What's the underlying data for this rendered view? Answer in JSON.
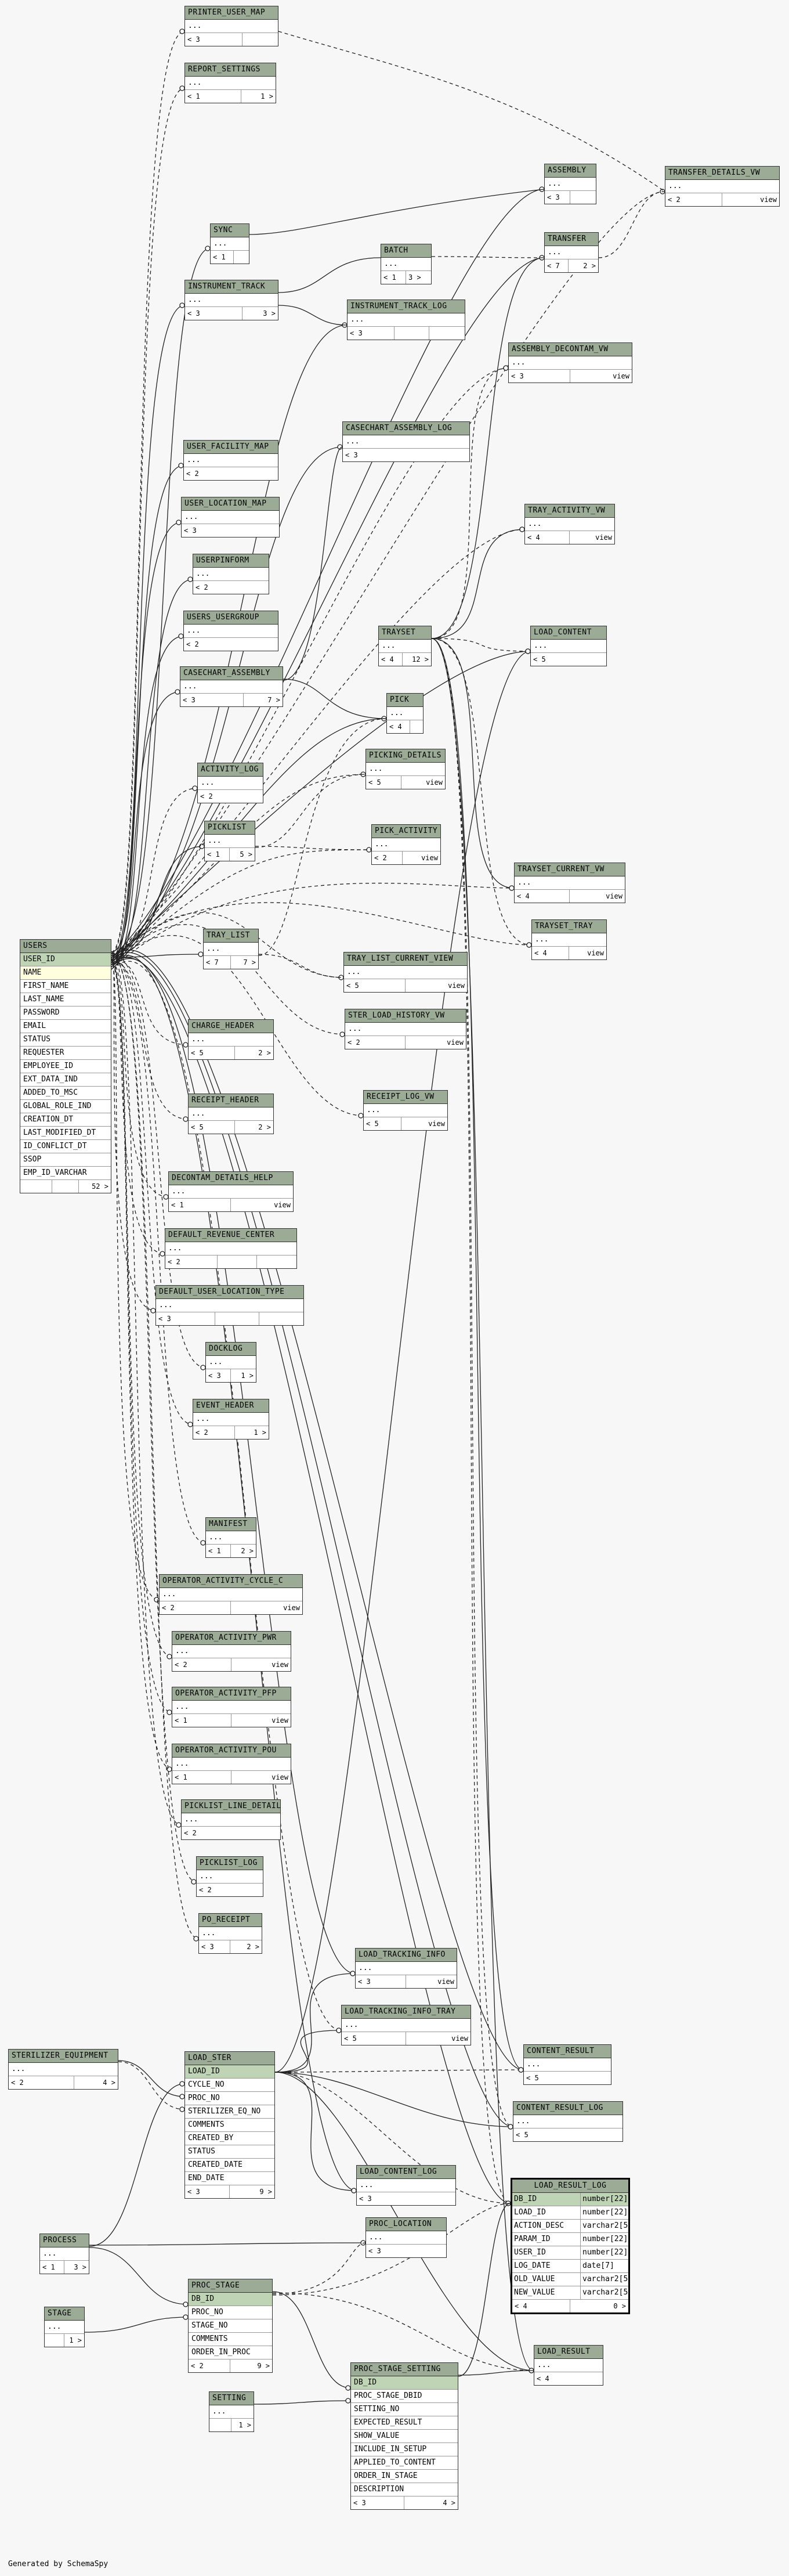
{
  "diagram": {
    "generated_by": "Generated by SchemaSpy",
    "ellipsis": "...",
    "tables": {
      "printer_user_map": {
        "name": "PRINTER_USER_MAP",
        "parents": "< 3",
        "children": ""
      },
      "report_settings": {
        "name": "REPORT_SETTINGS",
        "parents": "< 1",
        "children": "1 >"
      },
      "sync": {
        "name": "SYNC",
        "parents": "< 1",
        "children": ""
      },
      "instrument_track": {
        "name": "INSTRUMENT_TRACK",
        "parents": "< 3",
        "children": "3 >"
      },
      "instrument_track_log": {
        "name": "INSTRUMENT_TRACK_LOG",
        "parents": "< 3",
        "children": ""
      },
      "batch": {
        "name": "BATCH",
        "parents": "< 1",
        "children": "3 >"
      },
      "assembly": {
        "name": "ASSEMBLY",
        "parents": "< 3",
        "children": ""
      },
      "transfer_details_vw": {
        "name": "TRANSFER_DETAILS_VW",
        "parents": "< 2",
        "children": "view"
      },
      "transfer": {
        "name": "TRANSFER",
        "parents": "< 7",
        "children": "2 >"
      },
      "assembly_decontam_vw": {
        "name": "ASSEMBLY_DECONTAM_VW",
        "parents": "< 3",
        "children": "view"
      },
      "casechart_assembly_log": {
        "name": "CASECHART_ASSEMBLY_LOG",
        "parents": "< 3",
        "children": ""
      },
      "user_facility_map": {
        "name": "USER_FACILITY_MAP",
        "parents": "< 2",
        "children": ""
      },
      "user_location_map": {
        "name": "USER_LOCATION_MAP",
        "parents": "< 3",
        "children": ""
      },
      "userpinform": {
        "name": "USERPINFORM",
        "parents": "< 2",
        "children": ""
      },
      "users_usergroup": {
        "name": "USERS_USERGROUP",
        "parents": "< 2",
        "children": ""
      },
      "tray_activity_vw": {
        "name": "TRAY_ACTIVITY_VW",
        "parents": "< 4",
        "children": "view"
      },
      "trayset": {
        "name": "TRAYSET",
        "parents": "< 4",
        "children": "12 >"
      },
      "load_content": {
        "name": "LOAD_CONTENT",
        "parents": "< 5",
        "children": ""
      },
      "casechart_assembly": {
        "name": "CASECHART_ASSEMBLY",
        "parents": "< 3",
        "children": "7 >"
      },
      "pick": {
        "name": "PICK",
        "parents": "< 4",
        "children": ""
      },
      "picking_details": {
        "name": "PICKING_DETAILS",
        "parents": "< 5",
        "children": "view"
      },
      "activity_log": {
        "name": "ACTIVITY_LOG",
        "parents": "< 2",
        "children": ""
      },
      "picklist": {
        "name": "PICKLIST",
        "parents": "< 1",
        "children": "5 >"
      },
      "pick_activity": {
        "name": "PICK_ACTIVITY",
        "parents": "< 2",
        "children": "view"
      },
      "trayset_current_vw": {
        "name": "TRAYSET_CURRENT_VW",
        "parents": "< 4",
        "children": "view"
      },
      "trayset_tray": {
        "name": "TRAYSET_TRAY",
        "parents": "< 4",
        "children": "view"
      },
      "tray_list": {
        "name": "TRAY_LIST",
        "parents": "< 7",
        "children": "7 >"
      },
      "tray_list_current_view": {
        "name": "TRAY_LIST_CURRENT_VIEW",
        "parents": "< 5",
        "children": "view"
      },
      "ster_load_history_vw": {
        "name": "STER_LOAD_HISTORY_VW",
        "parents": "< 2",
        "children": "view"
      },
      "charge_header": {
        "name": "CHARGE_HEADER",
        "parents": "< 5",
        "children": "2 >"
      },
      "receipt_log_vw": {
        "name": "RECEIPT_LOG_VW",
        "parents": "< 5",
        "children": "view"
      },
      "receipt_header": {
        "name": "RECEIPT_HEADER",
        "parents": "< 5",
        "children": "2 >"
      },
      "decontam_details_help": {
        "name": "DECONTAM_DETAILS_HELP",
        "parents": "< 1",
        "children": "view"
      },
      "default_revenue_center": {
        "name": "DEFAULT_REVENUE_CENTER",
        "parents": "< 2",
        "children": ""
      },
      "default_user_location_type": {
        "name": "DEFAULT_USER_LOCATION_TYPE",
        "parents": "< 3",
        "children": ""
      },
      "docklog": {
        "name": "DOCKLOG",
        "parents": "< 3",
        "children": "1 >"
      },
      "event_header": {
        "name": "EVENT_HEADER",
        "parents": "< 2",
        "children": "1 >"
      },
      "manifest": {
        "name": "MANIFEST",
        "parents": "< 1",
        "children": "2 >"
      },
      "operator_activity_cycle_c": {
        "name": "OPERATOR_ACTIVITY_CYCLE_C",
        "parents": "< 2",
        "children": "view"
      },
      "operator_activity_pwr": {
        "name": "OPERATOR_ACTIVITY_PWR",
        "parents": "< 2",
        "children": "view"
      },
      "operator_activity_pfp": {
        "name": "OPERATOR_ACTIVITY_PFP",
        "parents": "< 1",
        "children": "view"
      },
      "operator_activity_pou": {
        "name": "OPERATOR_ACTIVITY_POU",
        "parents": "< 1",
        "children": "view"
      },
      "picklist_line_detail": {
        "name": "PICKLIST_LINE_DETAIL",
        "parents": "< 2",
        "children": ""
      },
      "picklist_log": {
        "name": "PICKLIST_LOG",
        "parents": "< 2",
        "children": ""
      },
      "po_receipt": {
        "name": "PO_RECEIPT",
        "parents": "< 3",
        "children": "2 >"
      },
      "load_tracking_info": {
        "name": "LOAD_TRACKING_INFO",
        "parents": "< 3",
        "children": "view"
      },
      "load_tracking_info_tray": {
        "name": "LOAD_TRACKING_INFO_TRAY",
        "parents": "< 5",
        "children": "view"
      },
      "sterilizer_equipment": {
        "name": "STERILIZER_EQUIPMENT",
        "parents": "< 2",
        "children": "4 >"
      },
      "content_result": {
        "name": "CONTENT_RESULT",
        "parents": "< 5",
        "children": ""
      },
      "content_result_log": {
        "name": "CONTENT_RESULT_LOG",
        "parents": "< 5",
        "children": ""
      },
      "load_content_log": {
        "name": "LOAD_CONTENT_LOG",
        "parents": "< 3",
        "children": ""
      },
      "process": {
        "name": "PROCESS",
        "parents": "< 1",
        "children": "3 >"
      },
      "proc_location": {
        "name": "PROC_LOCATION",
        "parents": "< 3",
        "children": ""
      },
      "stage": {
        "name": "STAGE",
        "parents": "",
        "children": "1 >"
      },
      "load_result": {
        "name": "LOAD_RESULT",
        "parents": "< 4",
        "children": ""
      },
      "setting": {
        "name": "SETTING",
        "parents": "",
        "children": "1 >"
      }
    },
    "users": {
      "name": "USERS",
      "columns": [
        "USER_ID",
        "NAME",
        "FIRST_NAME",
        "LAST_NAME",
        "PASSWORD",
        "EMAIL",
        "STATUS",
        "REQUESTER",
        "EMPLOYEE_ID",
        "EXT_DATA_IND",
        "ADDED_TO_MSC",
        "GLOBAL_ROLE_IND",
        "CREATION_DT",
        "LAST_MODIFIED_DT",
        "ID_CONFLICT_DT",
        "SSOP",
        "EMP_ID_VARCHAR"
      ],
      "parents": "",
      "children": "52 >"
    },
    "load_ster": {
      "name": "LOAD_STER",
      "columns": [
        "LOAD_ID",
        "CYCLE_NO",
        "PROC_NO",
        "STERILIZER_EQ_NO",
        "COMMENTS",
        "CREATED_BY",
        "STATUS",
        "CREATED_DATE",
        "END_DATE"
      ],
      "parents": "< 3",
      "children": "9 >"
    },
    "proc_stage": {
      "name": "PROC_STAGE",
      "columns": [
        "DB_ID",
        "PROC_NO",
        "STAGE_NO",
        "COMMENTS",
        "ORDER_IN_PROC"
      ],
      "parents": "< 2",
      "children": "9 >"
    },
    "proc_stage_setting": {
      "name": "PROC_STAGE_SETTING",
      "columns": [
        "DB_ID",
        "PROC_STAGE_DBID",
        "SETTING_NO",
        "EXPECTED_RESULT",
        "SHOW_VALUE",
        "INCLUDE_IN_SETUP",
        "APPLIED_TO_CONTENT",
        "ORDER_IN_STAGE",
        "DESCRIPTION"
      ],
      "parents": "< 3",
      "children": "4 >"
    },
    "load_result_log": {
      "name": "LOAD_RESULT_LOG",
      "columns": [
        {
          "name": "DB_ID",
          "type": "number[22]"
        },
        {
          "name": "LOAD_ID",
          "type": "number[22]"
        },
        {
          "name": "ACTION_DESC",
          "type": "varchar2[50]"
        },
        {
          "name": "PARAM_ID",
          "type": "number[22]"
        },
        {
          "name": "USER_ID",
          "type": "number[22]"
        },
        {
          "name": "LOG_DATE",
          "type": "date[7]"
        },
        {
          "name": "OLD_VALUE",
          "type": "varchar2[50]"
        },
        {
          "name": "NEW_VALUE",
          "type": "varchar2[50]"
        }
      ],
      "parents": "< 4",
      "children": "0 >"
    }
  }
}
